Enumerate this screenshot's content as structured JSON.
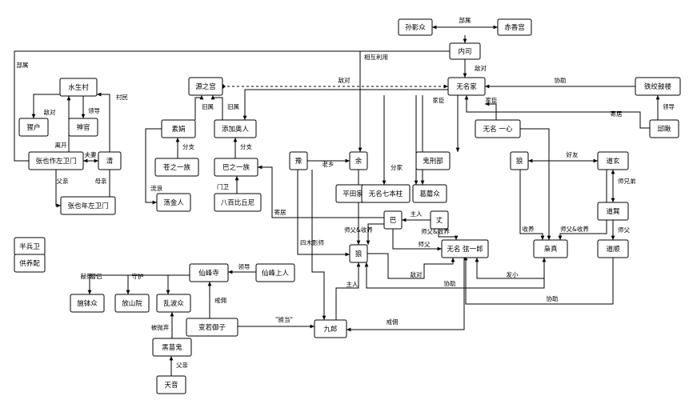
{
  "nodes": {
    "sun_yingzhong": "孙影众",
    "chixiangong": "赤香宫",
    "neisi": "内司",
    "wuming_family": "无名家",
    "tiejiao_gulou": "铁绞鼓楼",
    "qiu_li": "邱瞅",
    "shuisheng_village": "水生村",
    "hu_hu": "猩户",
    "shen_guan": "神官",
    "zhang_father_guard": "张也作左卫门",
    "qing": "清",
    "zhang_nian_guard": "张也年左卫门",
    "yuanzhi_gong": "源之宫",
    "zhu_pin": "素娟",
    "cang_zhi_yizu": "苍之一族",
    "cang_jin_ren": "荡金人",
    "shen_jiayi_ren": "添加奥人",
    "ba_zhi_yizu": "巴之一族",
    "babai_qiuqiu": "八百比丘尼",
    "huo": "豫",
    "yu": "余",
    "pingtian_family": "平田家",
    "guixing_bu": "鬼刑部",
    "wuming_qibenzhu": "无名七本柱",
    "gemo_zhong": "葛蘑众",
    "wuming_yixin": "无名 一心",
    "lang_right": "狼",
    "daoxuan": "道玄",
    "daoju": "道巽",
    "daoshun": "道顺",
    "ba": "巴",
    "wen": "丈",
    "lang_center": "狼",
    "wuming_hongyilang": "无名 弦一郎",
    "kongzhen": "枭真",
    "banbing_wei": "半兵卫",
    "gongbing_pei": "供养配",
    "xianfeng_si": "仙峰寺",
    "xianfeng_shangren": "仙峰上人",
    "shibo_zhong": "施钵众",
    "fanshan_yuan": "放山院",
    "luanbo_zhong": "乱波众",
    "bianhu_yuzi": "变若御子",
    "jiulang": "九郎",
    "tianyuan_gui": "黑苗鬼",
    "tianyin": "天音"
  },
  "edge_labels": {
    "subordinate": "部属",
    "hostile": "敌对",
    "help": "协助",
    "mutual_use": "相互利用",
    "leader": "领导",
    "villager": "村民",
    "defects_to": "离开",
    "spouse": "夫妻",
    "father_son": "父亲",
    "mother_son": "母亲",
    "bloodline": "旧属",
    "branch": "分支",
    "wandering": "流浪",
    "gateway": "门卫",
    "lord": "老乡",
    "retainer": "家臣",
    "shared_family": "分家",
    "master": "主人",
    "adoptive_father_raise": "师父&收养",
    "adoptive_father": "收养",
    "teacher": "师父",
    "friend": "好友",
    "senior_brother": "师兄弟",
    "master_raise": "师父&收养",
    "guardian": "戒佣",
    "monk": "僧侣",
    "protection": "守护",
    "sacrifice": "献祭",
    "kindness": "亲切",
    "abduct": "\"掳当\"",
    "resident": "寄居",
    "demon_teacher": "四木影师",
    "xiaoxiao": "发小",
    "rejected": "被抛弃"
  }
}
